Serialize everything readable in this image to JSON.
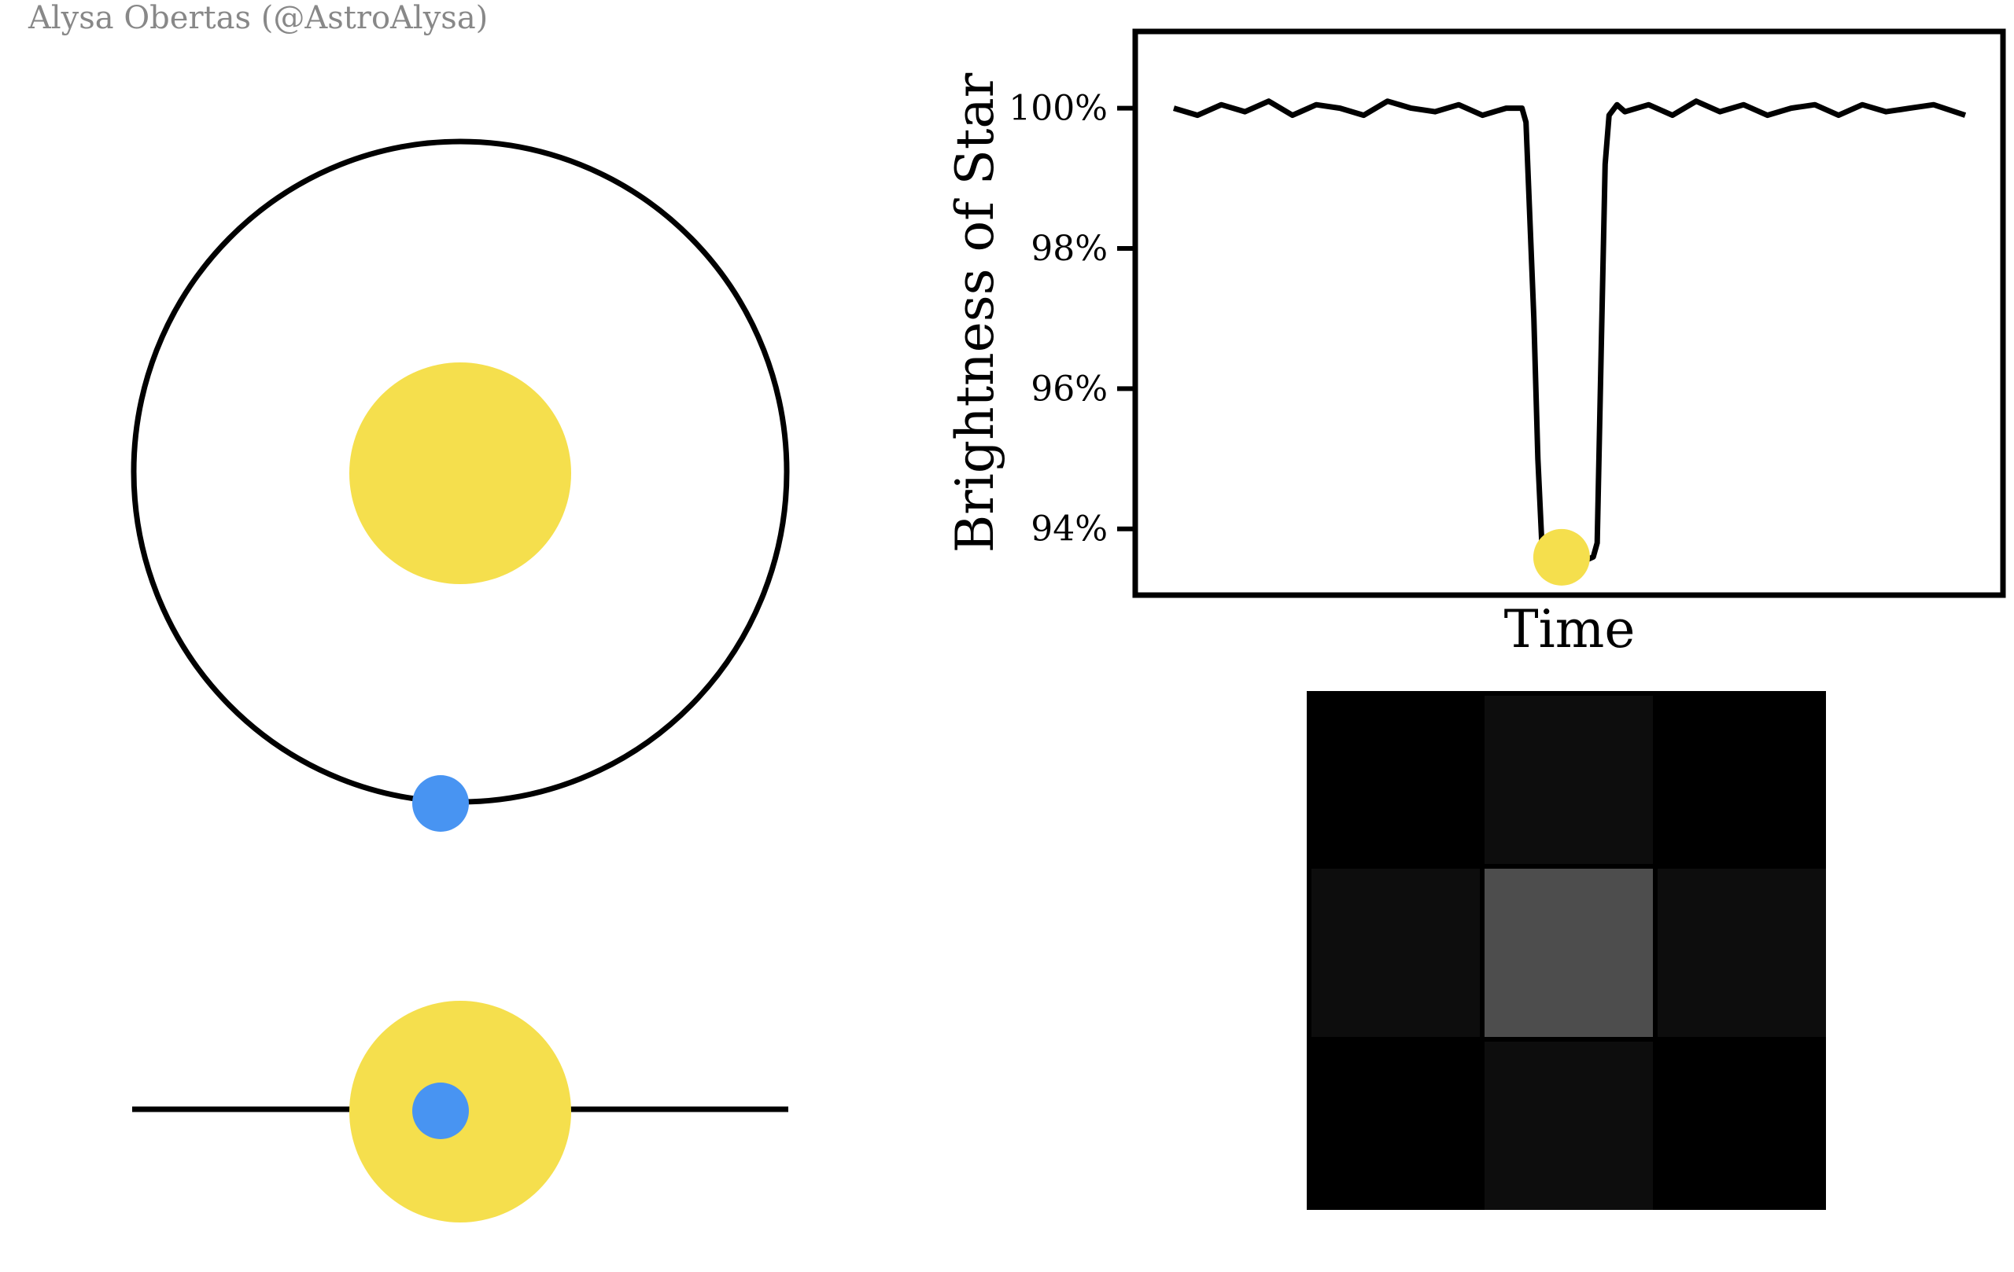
{
  "credit": "Alysa Obertas (@AstroAlysa)",
  "colors": {
    "star": "#f5df4d",
    "planet": "#4894f2",
    "line": "#000000",
    "credit": "#888888"
  },
  "chart_data": [
    {
      "type": "line",
      "title": "",
      "xlabel": "Time",
      "ylabel": "Brightness of Star",
      "yticks": [
        "100%",
        "98%",
        "96%",
        "94%"
      ],
      "ytick_values": [
        100,
        98,
        96,
        94
      ],
      "ylim": [
        93.1,
        101.05
      ],
      "xlim": [
        0,
        1
      ],
      "grid": false,
      "series": [
        {
          "x": [
            0.0,
            0.03,
            0.06,
            0.09,
            0.12,
            0.15,
            0.18,
            0.21,
            0.24,
            0.27,
            0.3,
            0.33,
            0.36,
            0.39,
            0.42,
            0.44,
            0.445,
            0.455,
            0.46,
            0.465,
            0.47,
            0.48,
            0.5,
            0.52,
            0.53,
            0.535,
            0.54,
            0.545,
            0.55,
            0.56,
            0.57,
            0.6,
            0.63,
            0.66,
            0.69,
            0.72,
            0.75,
            0.78,
            0.81,
            0.84,
            0.87,
            0.9,
            0.93,
            0.96,
            1.0
          ],
          "values": [
            100.0,
            99.9,
            100.05,
            99.95,
            100.1,
            99.9,
            100.05,
            100.0,
            99.9,
            100.1,
            100.0,
            99.95,
            100.05,
            99.9,
            100.0,
            100.0,
            99.8,
            97.0,
            95.0,
            93.8,
            93.6,
            93.55,
            93.5,
            93.55,
            93.6,
            93.8,
            96.5,
            99.2,
            99.9,
            100.05,
            99.95,
            100.05,
            99.9,
            100.1,
            99.95,
            100.05,
            99.9,
            100.0,
            100.05,
            99.9,
            100.05,
            99.95,
            100.0,
            100.05,
            99.9
          ]
        }
      ],
      "marker": {
        "x": 0.49,
        "y": 93.55
      }
    },
    {
      "type": "heatmap",
      "title": "",
      "grid": [
        [
          0.0,
          0.05,
          0.0
        ],
        [
          0.05,
          0.3,
          0.05
        ],
        [
          0.0,
          0.05,
          0.0
        ]
      ]
    }
  ]
}
